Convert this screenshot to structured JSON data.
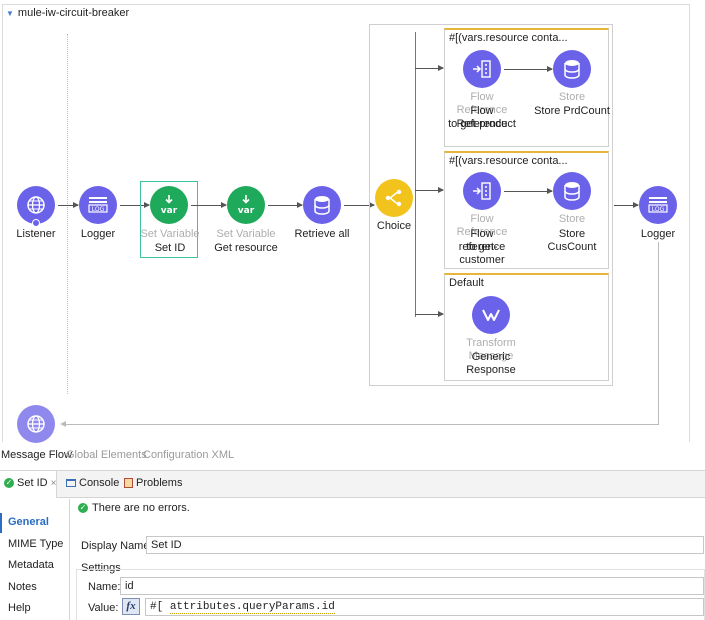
{
  "flow": {
    "title": "mule-iw-circuit-breaker",
    "nodes": {
      "listener": {
        "label": "Listener"
      },
      "logger1": {
        "label": "Logger"
      },
      "set_id": {
        "sub": "Set Variable",
        "label": "Set ID"
      },
      "get_resource": {
        "sub": "Set Variable",
        "label": "Get resource"
      },
      "retrieve_all": {
        "label": "Retrieve all"
      },
      "choice": {
        "label": "Choice"
      },
      "logger2": {
        "label": "Logger"
      }
    },
    "routes": [
      {
        "title": "#[(vars.resource conta...",
        "ref_sub": "Flow Reference",
        "ref_label_1": "Flow Reference",
        "ref_label_2": "to get-product",
        "store_sub": "Store",
        "store_label": "Store PrdCount"
      },
      {
        "title": "#[(vars.resource conta...",
        "ref_sub": "Flow Reference",
        "ref_label_1": "Flow reference",
        "ref_label_2": "to get-",
        "ref_label_3": "customer",
        "store_sub": "Store",
        "store_label_1": "Store",
        "store_label_2": "CusCount"
      },
      {
        "title": "Default",
        "tm_sub": "Transform Message",
        "tm_label": "Generic Response"
      }
    ]
  },
  "editor_tabs": {
    "message_flow": "Message Flow",
    "global_elements": "Global Elements",
    "config_xml": "Configuration XML"
  },
  "panel": {
    "tabs": {
      "set_id": "Set ID",
      "console": "Console",
      "problems": "Problems"
    },
    "status": "There are no errors.",
    "sidebar": [
      "General",
      "MIME Type",
      "Metadata",
      "Notes",
      "Help"
    ],
    "display_name_label": "Display Name:",
    "display_name_value": "Set ID",
    "settings_label": "Settings",
    "name_label": "Name:",
    "name_value": "id",
    "value_label": "Value:",
    "fx": "fx",
    "expr_prefix": "#[",
    "expr_body": "attributes.queryParams.id"
  },
  "colors": {
    "connector": "#6a63ea",
    "variable": "#1faa5b",
    "router": "#f2c21d",
    "route_accent": "#e7b53a"
  }
}
